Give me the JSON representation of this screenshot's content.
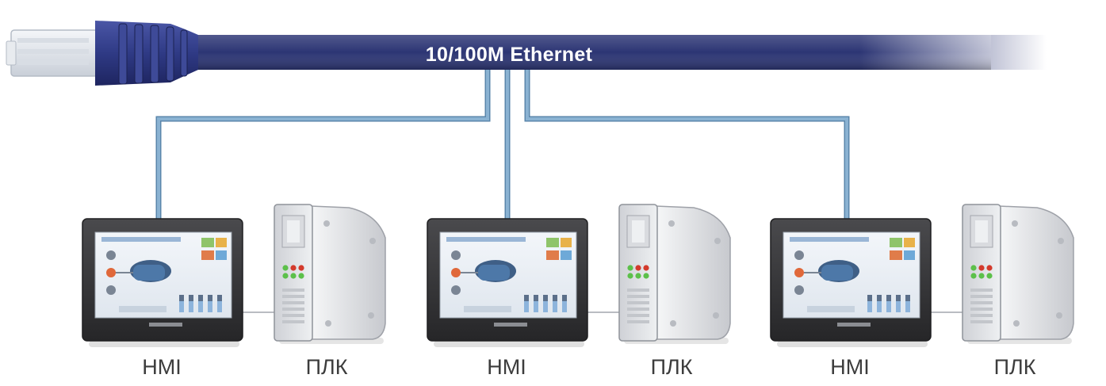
{
  "network": {
    "label": "10/100M Ethernet"
  },
  "nodes": [
    {
      "hmi_label": "HMI",
      "plc_label": "ПЛК"
    },
    {
      "hmi_label": "HMI",
      "plc_label": "ПЛК"
    },
    {
      "hmi_label": "HMI",
      "plc_label": "ПЛК"
    }
  ],
  "colors": {
    "cable": "#2c3574",
    "cable_dark": "#1b2150",
    "connector": "#e6e9ee",
    "link": "#8ab2d2",
    "hmi_bezel": "#3a3a3c",
    "plc_body": "#e4e5e8",
    "led_red": "#d33a2c",
    "led_green": "#5cc04a"
  }
}
